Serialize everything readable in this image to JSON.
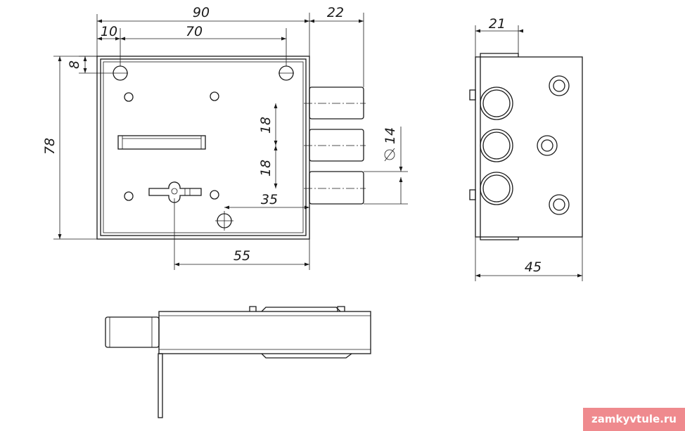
{
  "dimensions": {
    "overall_width": "90",
    "bolt_projection": "22",
    "edge_to_hole": "10",
    "hole_spacing_h": "70",
    "top_to_hole": "8",
    "overall_height": "78",
    "bolt_spacing_1": "18",
    "bolt_spacing_2": "18",
    "bolt_diameter": "14",
    "bolt_to_hole": "35",
    "keyhole_offset": "55",
    "side_top": "21",
    "side_depth": "45"
  },
  "watermark": "zamkyvtule.ru",
  "colors": {
    "line": "#1a1a1a",
    "watermark_bg": "#ef8a8e",
    "watermark_text": "#ffffff"
  }
}
